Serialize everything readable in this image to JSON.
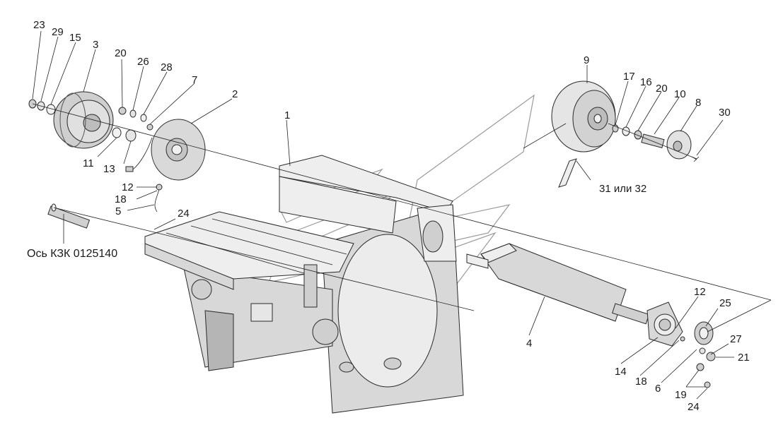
{
  "diagram": {
    "labels": [
      "23",
      "29",
      "15",
      "3",
      "20",
      "26",
      "28",
      "7",
      "2",
      "1",
      "11",
      "13",
      "12",
      "18",
      "5",
      "24",
      "9",
      "17",
      "16",
      "20",
      "10",
      "8",
      "30",
      "31 или 32",
      "4",
      "12",
      "25",
      "27",
      "21",
      "14",
      "18",
      "6",
      "19",
      "24"
    ],
    "caption": "Ось КЗК 0125140"
  },
  "colors": {
    "line": "#222222",
    "part": "#d8d8d8",
    "watermark": "#9a9a9a"
  }
}
